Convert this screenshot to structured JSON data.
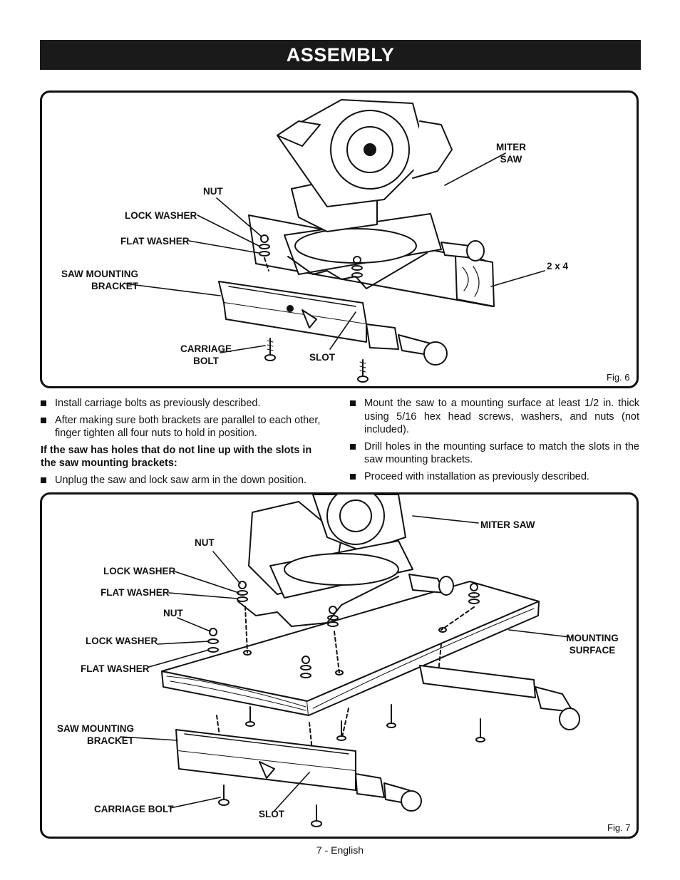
{
  "header": {
    "title": "ASSEMBLY"
  },
  "fig6": {
    "number": "Fig. 6",
    "labels": {
      "nut": "NUT",
      "lock_washer": "LOCK WASHER",
      "flat_washer": "FLAT WASHER",
      "saw_mounting_bracket": "SAW MOUNTING BRACKET",
      "carriage_bolt": "CARRIAGE BOLT",
      "slot": "SLOT",
      "miter_saw": "MITER SAW",
      "two_by_four": "2 x 4"
    }
  },
  "fig7": {
    "number": "Fig. 7",
    "labels": {
      "miter_saw": "MITER SAW",
      "nut_upper": "NUT",
      "lock_washer_upper": "LOCK WASHER",
      "flat_washer_upper": "FLAT WASHER",
      "nut_lower": "NUT",
      "lock_washer_lower": "LOCK WASHER",
      "flat_washer_lower": "FLAT WASHER",
      "mounting_surface": "MOUNTING SURFACE",
      "saw_mounting_bracket": "SAW MOUNTING BRACKET",
      "carriage_bolt": "CARRIAGE BOLT",
      "slot": "SLOT"
    }
  },
  "instructions": {
    "left": {
      "bullets": [
        "Install carriage bolts as previously described.",
        "After making sure both brackets are parallel to each other, finger tighten all four nuts to hold in position."
      ],
      "note": "If the saw has holes that do not line up with the slots in the saw mounting brackets:",
      "bullets_after": [
        "Unplug the saw and lock saw arm in the down position."
      ]
    },
    "right": {
      "bullets": [
        "Mount the saw to a mounting surface at least 1/2 in. thick using 5/16 hex head screws, washers, and nuts (not included).",
        "Drill holes in the mounting surface to match the slots in the saw mounting brackets.",
        "Proceed with installation as previously described."
      ]
    }
  },
  "footer": {
    "page": "7 - English"
  }
}
